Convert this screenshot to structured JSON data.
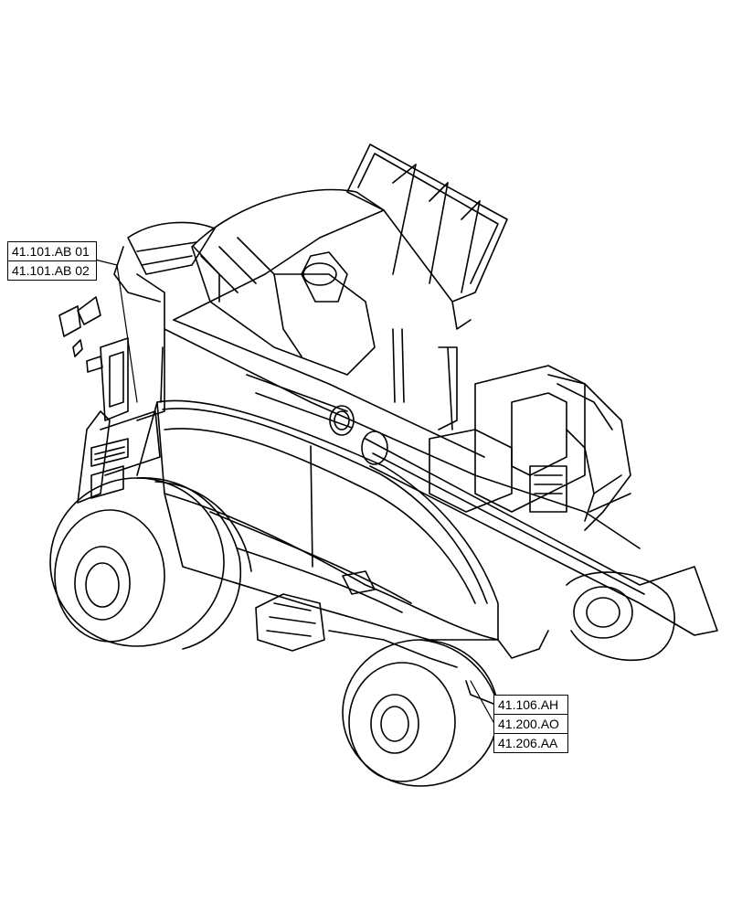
{
  "diagram": {
    "callouts": [
      {
        "id": "left",
        "references": [
          "41.101.AB 01",
          "41.101.AB 02"
        ]
      },
      {
        "id": "right",
        "references": [
          "41.106.AH",
          "41.200.AO",
          "41.206.AA"
        ]
      }
    ],
    "line_color": "#000000",
    "background_color": "#ffffff"
  }
}
